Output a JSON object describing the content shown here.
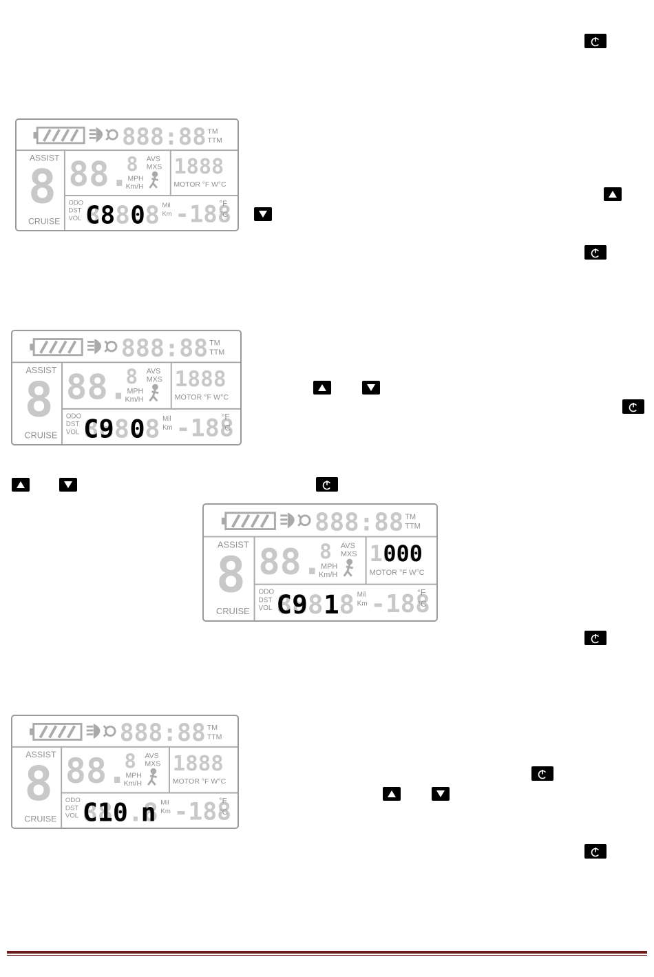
{
  "icons": {
    "power": "power-icon",
    "up": "up-arrow-icon",
    "down": "down-arrow-icon",
    "battery": "battery-icon",
    "headlight": "headlight-icon",
    "walk": "walk-assist-icon"
  },
  "colors": {
    "segment_off": "#c8c8c8",
    "segment_on": "#000000",
    "label": "#909090",
    "rule": "#6b1a1a"
  },
  "lcd_labels": {
    "time": "888:88",
    "tm": "TM",
    "ttm": "TTM",
    "assist": "ASSIST",
    "cruise": "CRUISE",
    "level_digit": "8",
    "speed": "88.",
    "speed_small": "8",
    "avs": "AVS",
    "mxs": "MXS",
    "mph": "MPH",
    "kmh": "Km/H",
    "power": "1888",
    "motor": "MOTOR °F W°C",
    "odo": "ODO",
    "dst": "DST",
    "vol": "VOL",
    "mil": "Mil",
    "km": "Km",
    "temp": "-188",
    "deg_f": "°F",
    "deg_c": "°C"
  },
  "displays": [
    {
      "param_code": "C8",
      "param_value": "0",
      "power_value": ""
    },
    {
      "param_code": "C9",
      "param_value": "0",
      "power_value": ""
    },
    {
      "param_code": "C9",
      "param_value": "1",
      "power_value": "000"
    },
    {
      "param_code": "C10",
      "param_value": "n",
      "power_value": ""
    }
  ]
}
